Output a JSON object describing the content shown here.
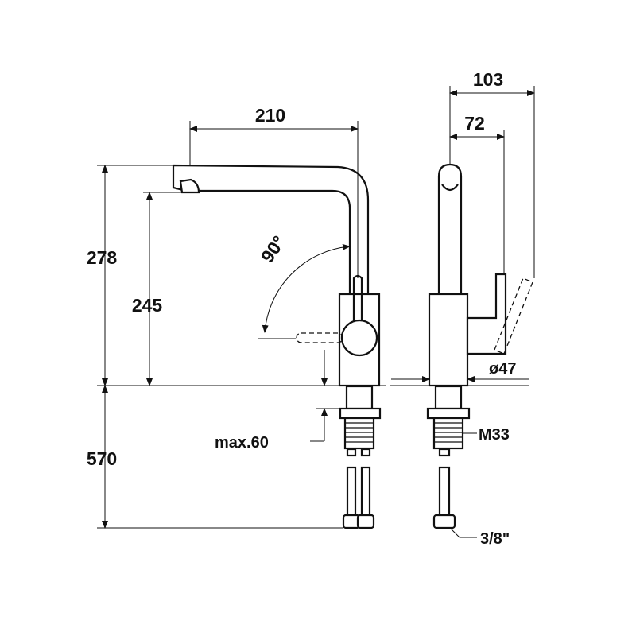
{
  "dimensions": {
    "spout_reach": "210",
    "total_height": "278",
    "outlet_height": "245",
    "rotation_angle": "90°",
    "hose_length": "570",
    "max_counter_thickness": "max.60",
    "side_depth": "103",
    "handle_depth": "72",
    "base_diameter": "ø47",
    "thread_size": "M33",
    "connection_size": "3/8\""
  },
  "colors": {
    "line": "#111111",
    "background": "#ffffff"
  }
}
